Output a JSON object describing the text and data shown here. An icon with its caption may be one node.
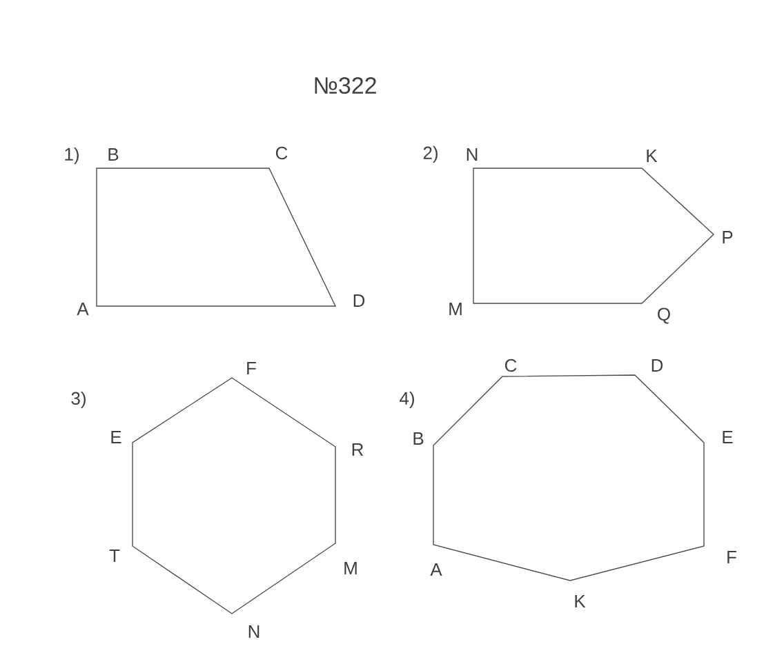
{
  "diagram": {
    "title": "№322",
    "labels": [
      "1)",
      "B",
      "C",
      "2)",
      "N",
      "K",
      "P",
      "A",
      "D",
      "M",
      "Q",
      "3)",
      "F",
      "4)",
      "C",
      "D",
      "E",
      "R",
      "B",
      "E",
      "T",
      "M",
      "F",
      "A",
      "N",
      "K"
    ]
  }
}
